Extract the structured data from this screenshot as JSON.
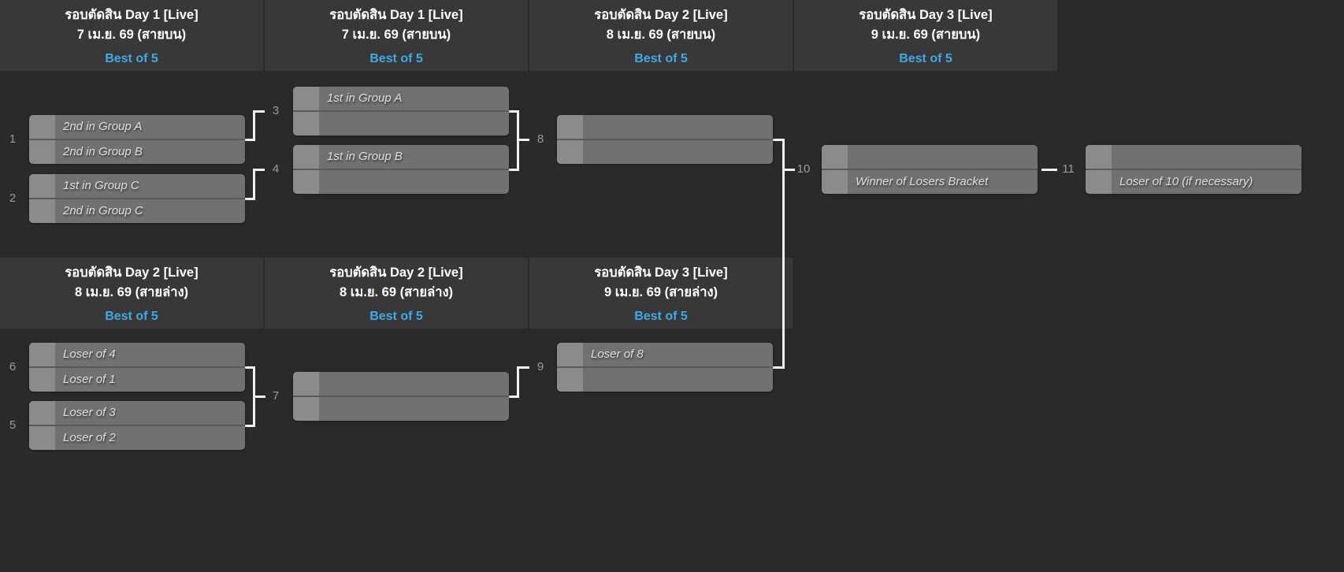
{
  "colors": {
    "page_bg": "#2a2a2a",
    "header_bg": "#383838",
    "header_text": "#ffffff",
    "format_accent": "#3fa9e6",
    "match_row_bg": "#717171",
    "match_seed_bg": "#8b8b8b",
    "participant_text": "#dddddd",
    "match_number_text": "#9b9b9b",
    "connector": "#f1f1f1"
  },
  "headers_top": [
    {
      "title": "รอบตัดสิน Day 1 [Live]",
      "date": "7 เม.ย. 69 (สายบน)",
      "format": "Best of 5"
    },
    {
      "title": "รอบตัดสิน Day 1 [Live]",
      "date": "7 เม.ย. 69 (สายบน)",
      "format": "Best of 5"
    },
    {
      "title": "รอบตัดสิน Day 2 [Live]",
      "date": "8 เม.ย. 69 (สายบน)",
      "format": "Best of 5"
    },
    {
      "title": "รอบตัดสิน Day 3 [Live]",
      "date": "9 เม.ย. 69 (สายบน)",
      "format": "Best of 5"
    }
  ],
  "headers_lower": [
    {
      "title": "รอบตัดสิน Day 2 [Live]",
      "date": "8 เม.ย. 69 (สายล่าง)",
      "format": "Best of 5"
    },
    {
      "title": "รอบตัดสิน Day 2 [Live]",
      "date": "8 เม.ย. 69 (สายล่าง)",
      "format": "Best of 5"
    },
    {
      "title": "รอบตัดสิน Day 3 [Live]",
      "date": "9 เม.ย. 69 (สายล่าง)",
      "format": "Best of 5"
    }
  ],
  "matches": {
    "m1": {
      "number": "1",
      "top": "2nd in Group A",
      "bottom": "2nd in Group B"
    },
    "m2": {
      "number": "2",
      "top": "1st in Group C",
      "bottom": "2nd in Group C"
    },
    "m3": {
      "number": "3",
      "top": "1st in Group A",
      "bottom": ""
    },
    "m4": {
      "number": "4",
      "top": "1st in Group B",
      "bottom": ""
    },
    "m5": {
      "number": "5",
      "top": "Loser of 3",
      "bottom": "Loser of 2"
    },
    "m6": {
      "number": "6",
      "top": "Loser of 4",
      "bottom": "Loser of 1"
    },
    "m7": {
      "number": "7",
      "top": "",
      "bottom": ""
    },
    "m8": {
      "number": "8",
      "top": "",
      "bottom": ""
    },
    "m9": {
      "number": "9",
      "top": "Loser of 8",
      "bottom": ""
    },
    "m10": {
      "number": "10",
      "top": "",
      "bottom": "Winner of Losers Bracket"
    },
    "m11": {
      "number": "11",
      "top": "",
      "bottom": "Loser of 10 (if necessary)"
    }
  }
}
